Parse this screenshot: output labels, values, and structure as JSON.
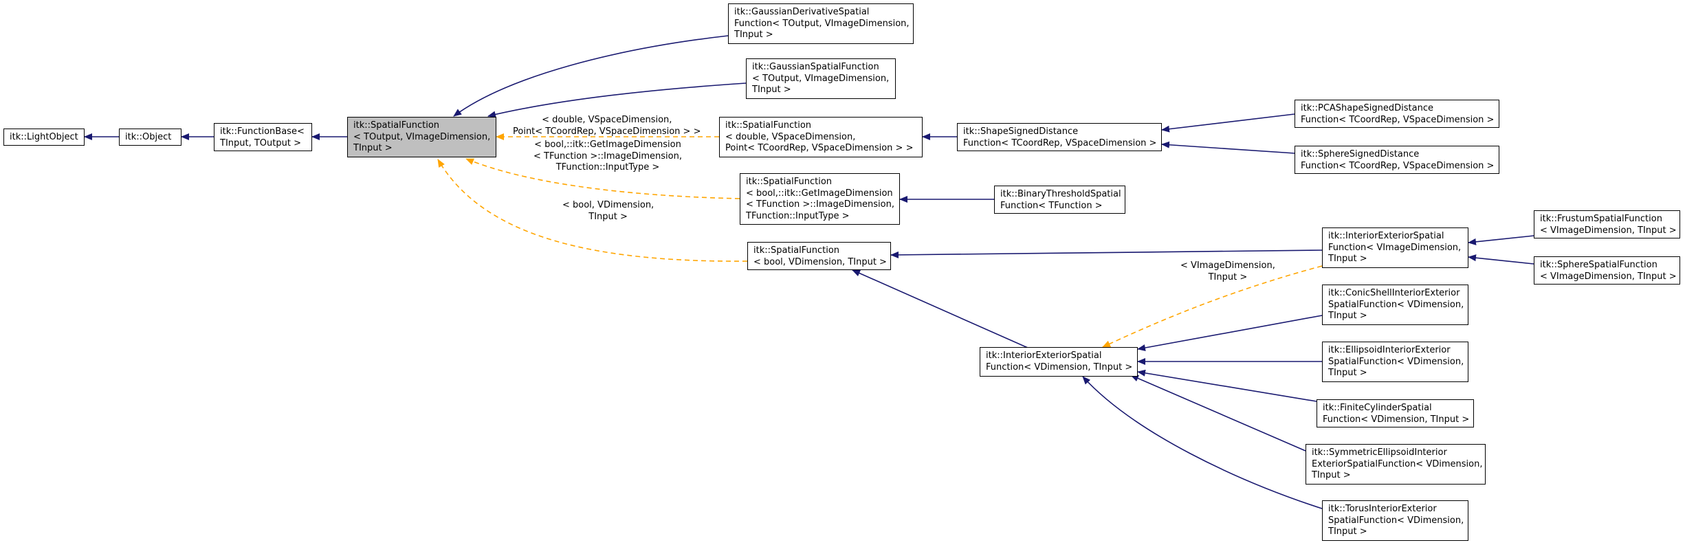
{
  "colors": {
    "inheritance_edge": "#191970",
    "template_edge": "#ffa500",
    "current_node_fill": "#bfbfbf",
    "node_border": "#000000"
  },
  "nodes": {
    "lightobject": "itk::LightObject",
    "object": "itk::Object",
    "functionbase": "itk::FunctionBase<\nTInput, TOutput >",
    "spatialfunction": "itk::SpatialFunction\n< TOutput, VImageDimension,\nTInput >",
    "gaussian_derivative": "itk::GaussianDerivativeSpatial\nFunction< TOutput, VImageDimension,\nTInput >",
    "gaussian_spatial": "itk::GaussianSpatialFunction\n< TOutput, VImageDimension,\nTInput >",
    "sf_double": "itk::SpatialFunction\n< double, VSpaceDimension,\nPoint< TCoordRep, VSpaceDimension > >",
    "shape_signed": "itk::ShapeSignedDistance\nFunction< TCoordRep, VSpaceDimension >",
    "pca_shape": "itk::PCAShapeSignedDistance\nFunction< TCoordRep, VSpaceDimension >",
    "sphere_signed": "itk::SphereSignedDistance\nFunction< TCoordRep, VSpaceDimension >",
    "sf_bool_getimage": "itk::SpatialFunction\n< bool,::itk::GetImageDimension\n< TFunction >::ImageDimension,\nTFunction::InputType >",
    "binary_threshold": "itk::BinaryThresholdSpatial\nFunction< TFunction >",
    "sf_bool_vdim": "itk::SpatialFunction\n< bool, VDimension, TInput >",
    "ie_spatial_vimage": "itk::InteriorExteriorSpatial\nFunction< VImageDimension,\nTInput >",
    "frustum": "itk::FrustumSpatialFunction\n< VImageDimension, TInput >",
    "sphere_spatial": "itk::SphereSpatialFunction\n< VImageDimension, TInput >",
    "ie_spatial_vdim": "itk::InteriorExteriorSpatial\nFunction< VDimension, TInput >",
    "conic_shell": "itk::ConicShellInteriorExterior\nSpatialFunction< VDimension,\nTInput >",
    "ellipsoid": "itk::EllipsoidInteriorExterior\nSpatialFunction< VDimension,\nTInput >",
    "finite_cylinder": "itk::FiniteCylinderSpatial\nFunction< VDimension, TInput >",
    "symmetric_ellipsoid": "itk::SymmetricEllipsoidInterior\nExteriorSpatialFunction< VDimension,\nTInput >",
    "torus": "itk::TorusInteriorExterior\nSpatialFunction< VDimension,\nTInput >"
  },
  "edge_labels": {
    "double": "< double, VSpaceDimension,\nPoint< TCoordRep, VSpaceDimension > >",
    "bool_getimage": "< bool,::itk::GetImageDimension\n< TFunction >::ImageDimension,\nTFunction::InputType >",
    "bool_vdim": "< bool, VDimension,\nTInput >",
    "vimage": "< VImageDimension,\nTInput >"
  }
}
